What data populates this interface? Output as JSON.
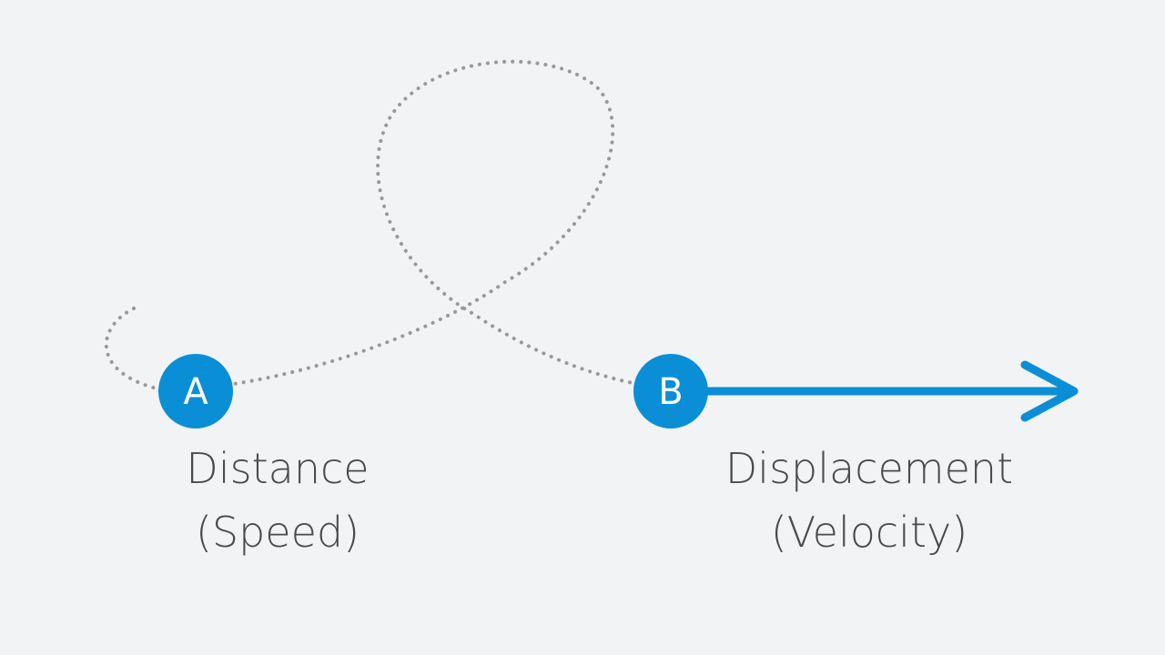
{
  "points": {
    "start": {
      "letter": "A"
    },
    "end": {
      "letter": "B"
    }
  },
  "captions": {
    "left": {
      "line1": "Distance",
      "line2": "(Speed)"
    },
    "right": {
      "line1": "Displacement",
      "line2": "(Velocity)"
    }
  },
  "colors": {
    "accent": "#0a8fd6",
    "path": "#999999",
    "text": "#4a4a4a",
    "background": "#f1f3f5"
  }
}
